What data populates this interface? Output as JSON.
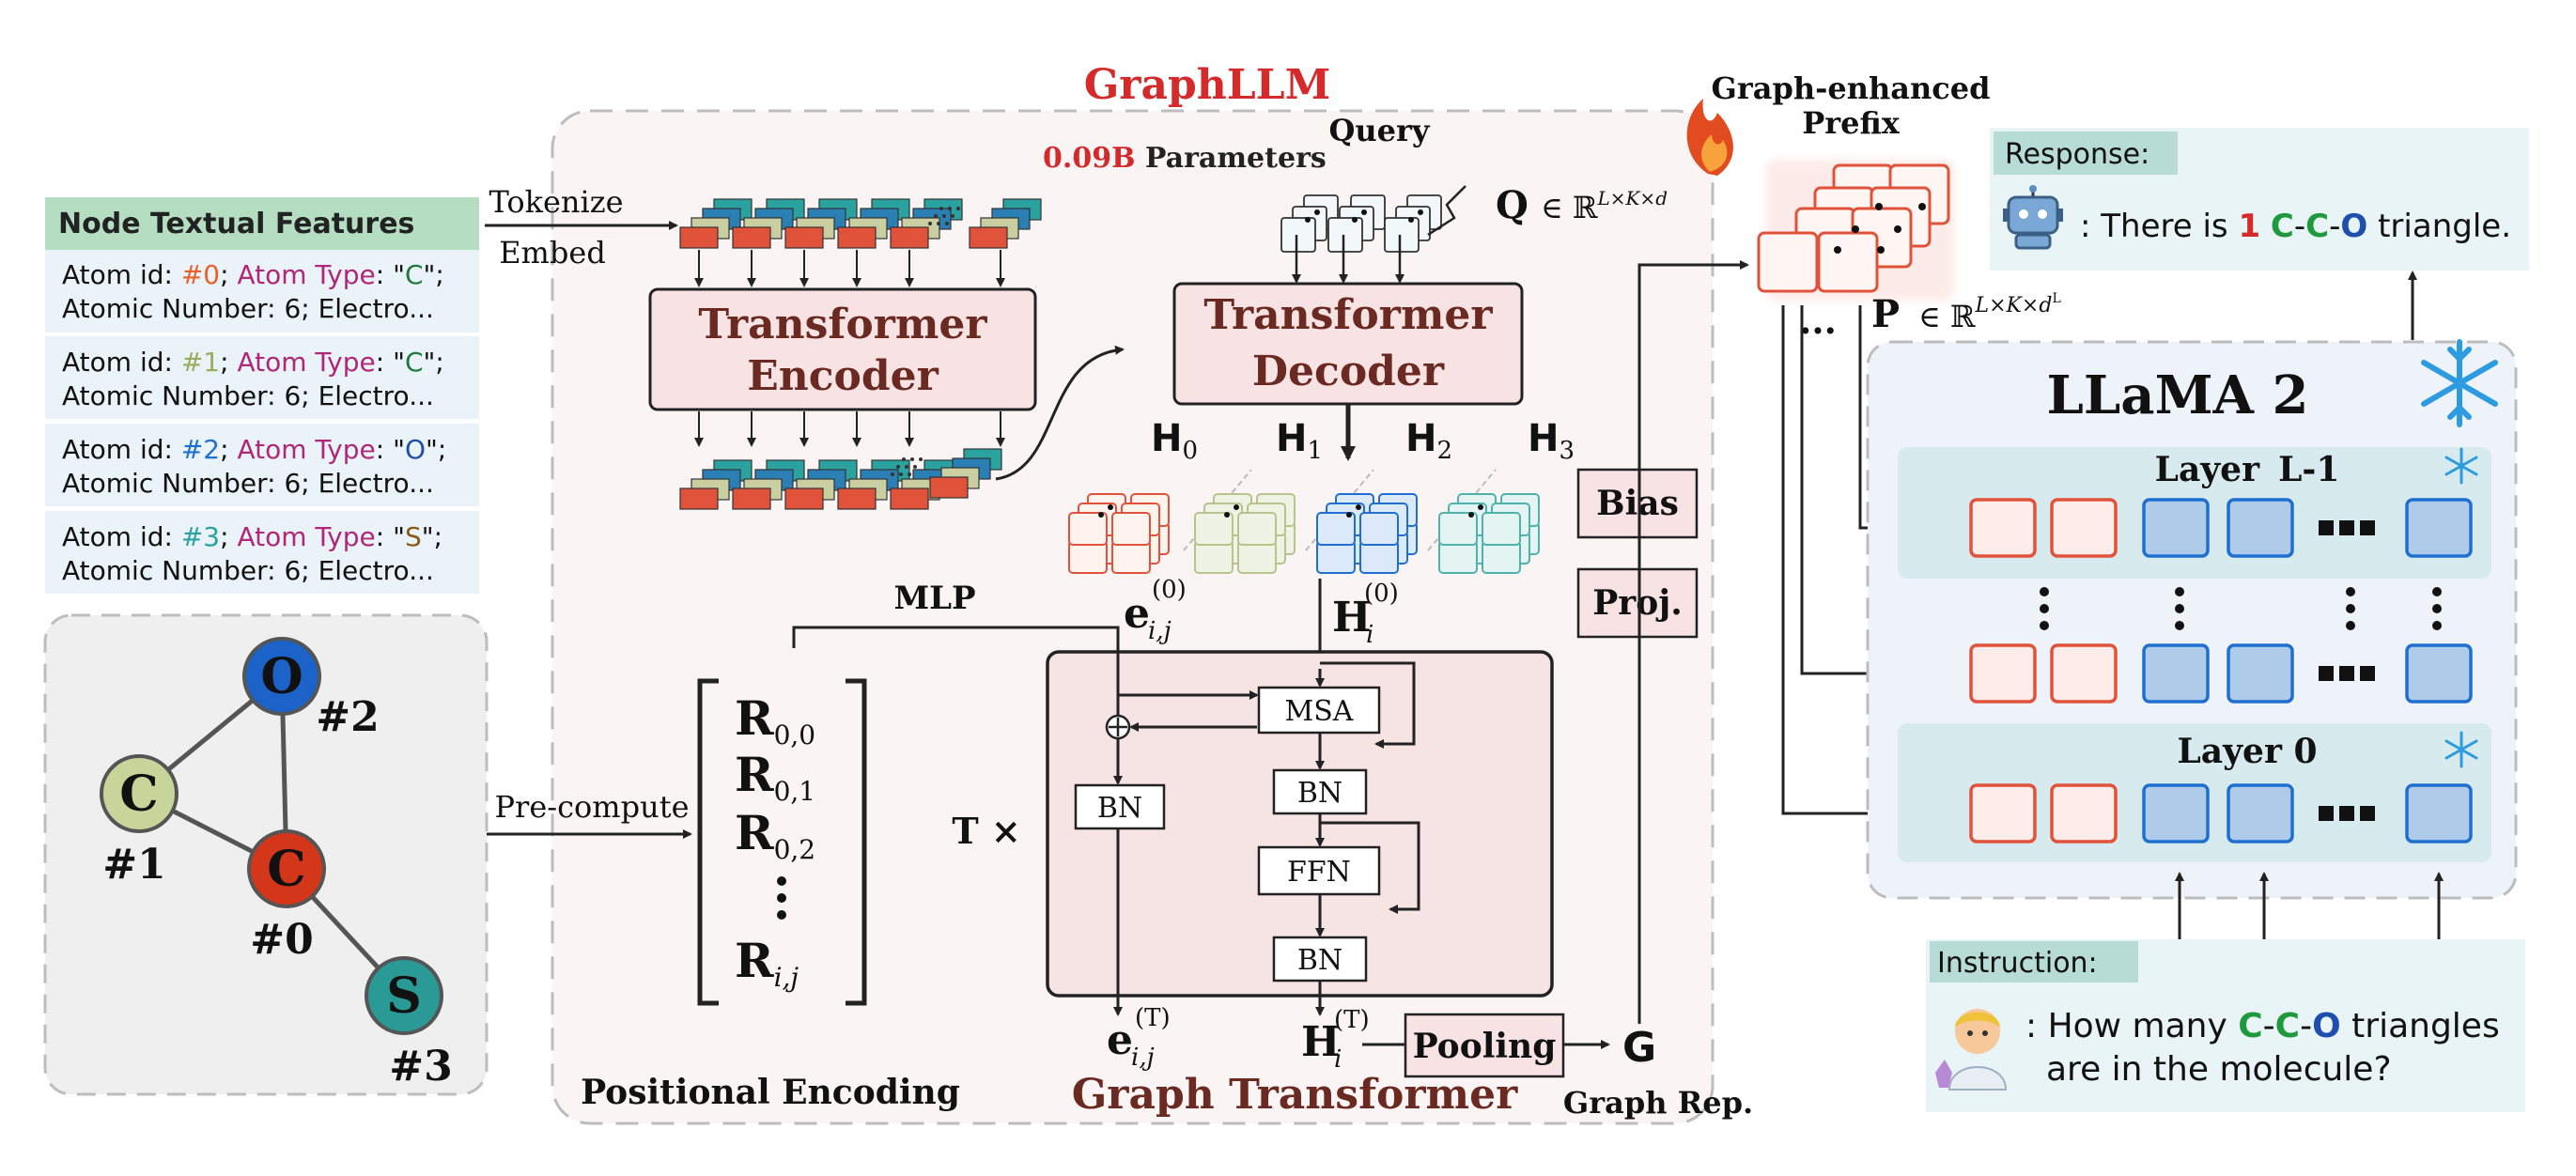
{
  "title": "GraphLLM",
  "params": {
    "value": "0.09B",
    "label": " Parameters"
  },
  "node_features": {
    "header": "Node Textual Features",
    "prefix": "Atom id: ",
    "type_key": "Atom Type",
    "quote": "\"",
    "line2": "Atomic Number: 6; Electro...",
    "items": [
      {
        "id": "#0",
        "type": "C"
      },
      {
        "id": "#1",
        "type": "C"
      },
      {
        "id": "#2",
        "type": "O"
      },
      {
        "id": "#3",
        "type": "S"
      }
    ]
  },
  "tokenize": "Tokenize",
  "embed": "Embed",
  "precompute": "Pre-compute",
  "graph": {
    "nodes": [
      {
        "label": "O",
        "id": "#2"
      },
      {
        "label": "C",
        "id": "#1"
      },
      {
        "label": "C",
        "id": "#0"
      },
      {
        "label": "S",
        "id": "#3"
      }
    ]
  },
  "encoder": {
    "line1": "Transformer",
    "line2": "Encoder"
  },
  "decoder": {
    "line1": "Transformer",
    "line2": "Decoder"
  },
  "query": "Query",
  "q_symbol": "Q",
  "q_domain": "∈ ℝ",
  "q_sup": "L×K×d",
  "h_labels": [
    {
      "main": "H",
      "sub": "0"
    },
    {
      "main": "H",
      "sub": "1"
    },
    {
      "main": "H",
      "sub": "2"
    },
    {
      "main": "H",
      "sub": "3"
    }
  ],
  "bias": "Bias",
  "proj": "Proj.",
  "mlp": "MLP",
  "e_in": {
    "main": "e",
    "sup": "(0)",
    "sub": "i,j"
  },
  "h_in": {
    "main": "H",
    "sup": "(0)",
    "sub": "i"
  },
  "e_out": {
    "main": "e",
    "sup": "(T)",
    "sub": "i,j"
  },
  "h_out": {
    "main": "H",
    "sup": "(T)",
    "sub": "i"
  },
  "r_matrix": [
    {
      "main": "R",
      "sub": "0,0"
    },
    {
      "main": "R",
      "sub": "0,1"
    },
    {
      "main": "R",
      "sub": "0,2"
    },
    {
      "main": "R",
      "sub": "i,j"
    }
  ],
  "t_times": "T ×",
  "msa": "MSA",
  "bn": "BN",
  "ffn": "FFN",
  "plus": "⊕",
  "pooling": "Pooling",
  "g": "G",
  "pos_enc": "Positional Encoding",
  "graph_transformer": "Graph Transformer",
  "graph_rep": "Graph Rep.",
  "prefix": {
    "line1": "Graph-enhanced",
    "line2": "Prefix"
  },
  "p_symbol": "P",
  "p_domain": "∈ ℝ",
  "p_sup": "L×K×d",
  "p_sup2": "L",
  "response": {
    "header": "Response:",
    "pre": ": There is ",
    "num": "1",
    "c1": "C",
    "c2": "C",
    "o": "O",
    "post": " triangle.",
    "dash": "-"
  },
  "llama": "LLaMA 2",
  "layer_top": {
    "label": "Layer",
    "idx": "L-1"
  },
  "layer_bottom": "Layer 0",
  "instruction": {
    "header": "Instruction:",
    "pre": ": How many ",
    "c1": "C",
    "c2": "C",
    "o": "O",
    "dash": "-",
    "post": " triangles",
    "line2": "are in the molecule?"
  },
  "colors": {
    "red": "#d42a2a",
    "orange": "#e8602c",
    "blue": "#1f6fd1",
    "teal": "#2aa3a0",
    "lightgreen": "#9aad5e",
    "pink_panel": "#f7eded",
    "box_fill": "#f7e3e3",
    "dark_brown": "#6b2a21",
    "llama_bg": "#eef3f9",
    "layer_bg": "#d7ebef"
  }
}
